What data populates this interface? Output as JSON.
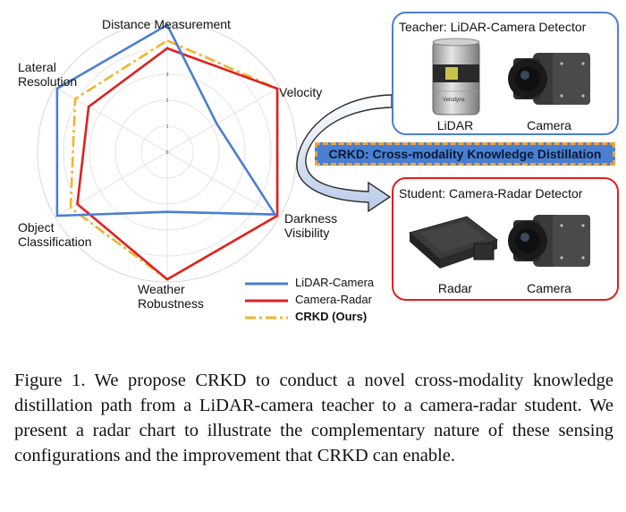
{
  "colors": {
    "lidar_camera": "#4a7fd1",
    "camera_radar": "#e02020",
    "crkd": "#f2b52c",
    "banner_bg": "#4a7fd1",
    "banner_border": "#f2a43a",
    "teacher_border": "#4a7fd1",
    "student_border": "#e02020"
  },
  "chart_data": {
    "type": "radar",
    "axes": [
      "Distance Measurement",
      "Velocity",
      "Darkness Visibility",
      "Weather Robustness",
      "Object Classification",
      "Lateral Resolution"
    ],
    "axis_label_lines": [
      [
        "Distance Measurement"
      ],
      [
        "Velocity"
      ],
      [
        "Darkness",
        "Visibility"
      ],
      [
        "Weather",
        "Robustness"
      ],
      [
        "Object",
        "Classification"
      ],
      [
        "Lateral",
        "Resolution"
      ]
    ],
    "rlim": [
      0,
      5
    ],
    "ticks": [
      "0",
      "1",
      "2",
      "3",
      "4"
    ],
    "series": [
      {
        "name": "LiDAR-Camera",
        "values": [
          4.9,
          2.2,
          4.8,
          2.3,
          4.9,
          4.9
        ]
      },
      {
        "name": "Camera-Radar",
        "values": [
          4.0,
          4.9,
          4.9,
          4.9,
          4.0,
          3.5
        ]
      },
      {
        "name": "CRKD (Ours)",
        "values": [
          4.3,
          4.9,
          4.9,
          4.9,
          4.3,
          4.1
        ]
      }
    ]
  },
  "teacher": {
    "title": "Teacher: LiDAR-Camera Detector",
    "devices": [
      "LiDAR",
      "Camera"
    ],
    "lidar_logo": "Velodyne"
  },
  "banner": "CRKD: Cross-modality Knowledge Distillation",
  "student": {
    "title": "Student: Camera-Radar Detector",
    "devices": [
      "Radar",
      "Camera"
    ]
  },
  "caption": "Figure 1. We propose CRKD to conduct a novel cross-modality knowledge distillation path from a LiDAR-camera teacher to a camera-radar student. We present a radar chart to illustrate the complementary nature of these sensing configurations and the improvement that CRKD can enable."
}
